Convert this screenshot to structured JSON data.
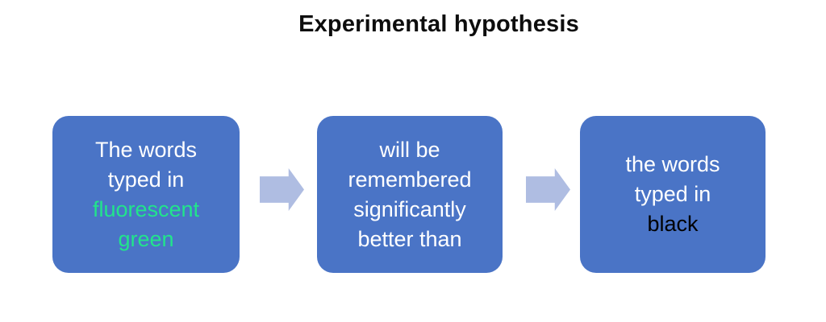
{
  "title": "Experimental hypothesis",
  "colors": {
    "title_text": "#0d0d0d",
    "box_fill": "#4a74c6",
    "arrow_fill": "#afbde2",
    "box_text": "#ffffff",
    "fluorescent_green": "#21e58b",
    "black_text": "#000000",
    "background": "#ffffff"
  },
  "diagram": {
    "boxes": [
      {
        "name": "box-fluorescent-green",
        "lines": [
          {
            "text": "The words",
            "color": "#ffffff"
          },
          {
            "text": "typed in",
            "color": "#ffffff"
          },
          {
            "text": "fluorescent",
            "color": "#21e58b"
          },
          {
            "text": "green",
            "color": "#21e58b"
          }
        ]
      },
      {
        "name": "box-remembered-better",
        "lines": [
          {
            "text": "will be",
            "color": "#ffffff"
          },
          {
            "text": "remembered",
            "color": "#ffffff"
          },
          {
            "text": "significantly",
            "color": "#ffffff"
          },
          {
            "text": "better than",
            "color": "#ffffff"
          }
        ]
      },
      {
        "name": "box-black",
        "lines": [
          {
            "text": "the words",
            "color": "#ffffff"
          },
          {
            "text": "typed in",
            "color": "#ffffff"
          },
          {
            "text": "black",
            "color": "#000000"
          }
        ]
      }
    ],
    "arrows": [
      {
        "name": "arrow-right-icon-1"
      },
      {
        "name": "arrow-right-icon-2"
      }
    ]
  }
}
